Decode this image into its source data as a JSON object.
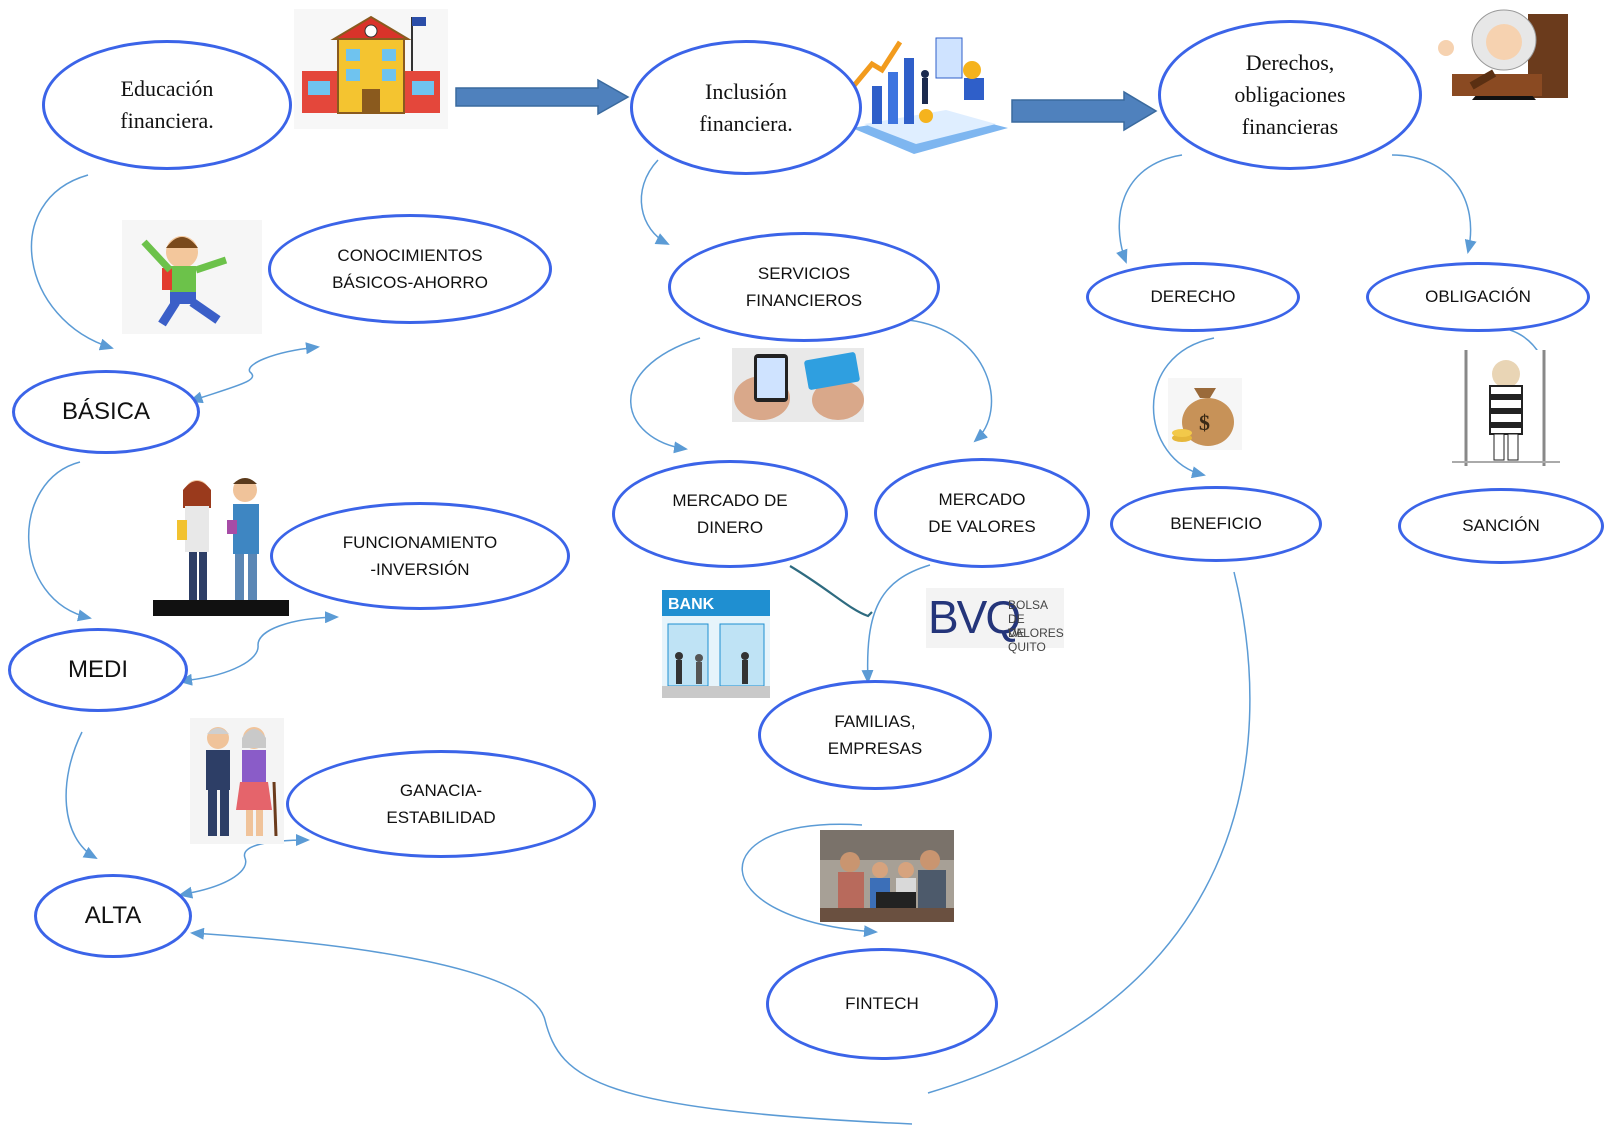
{
  "colors": {
    "node_border": "#3b64e8",
    "arrow": "#5b9bd5",
    "block_arrow_fill": "#4f81bd"
  },
  "nodes": {
    "educacion": "Educación\nfinanciera.",
    "inclusion": "Inclusión\nfinanciera.",
    "derechos": "Derechos,\nobligaciones\nfinancieras",
    "conocimientos": "CONOCIMIENTOS\nBÁSICOS-AHORRO",
    "basica": "BÁSICA",
    "funcionamiento": "FUNCIONAMIENTO\n-INVERSIÓN",
    "medi": "MEDI",
    "ganacia": "GANACIA-\nESTABILIDAD",
    "alta": "ALTA",
    "servicios": "SERVICIOS\nFINANCIEROS",
    "mercado_dinero": "MERCADO DE\nDINERO",
    "mercado_valores": "MERCADO\nDE VALORES",
    "familias": "FAMILIAS,\nEMPRESAS",
    "fintech": "FINTECH",
    "derecho": "DERECHO",
    "obligacion": "OBLIGACIÓN",
    "beneficio": "BENEFICIO",
    "sancion": "SANCIÓN"
  },
  "images": {
    "school": "school-building-icon",
    "growth": "financial-growth-phone-icon",
    "judge": "judge-icon",
    "boy": "happy-boy-icon",
    "card": "phone-and-card-icon",
    "couple": "young-couple-icon",
    "bank": "bank-storefront-icon",
    "elderly": "elderly-couple-icon",
    "family": "family-with-laptop-icon",
    "moneybag": "money-bag-icon",
    "prisoner": "prisoner-icon"
  },
  "bvq_logo": {
    "mark": "BVQ",
    "line1": "BOLSA",
    "line2": "DE VALORES",
    "line3": "DE QUITO"
  },
  "bank_sign": "BANK"
}
